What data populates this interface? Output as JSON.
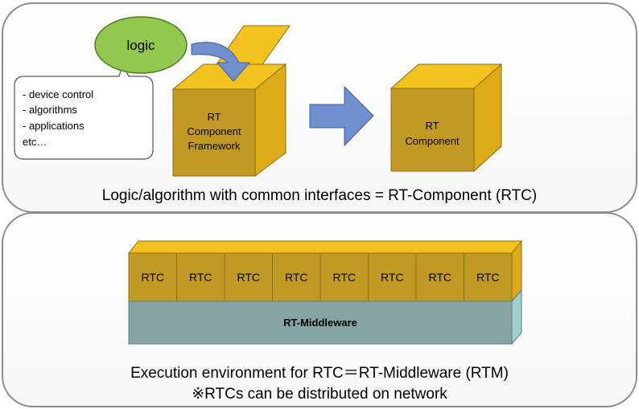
{
  "top_panel": {
    "logic_bubble": "logic",
    "callout_lines": [
      "- device control",
      "- algorithms",
      "- applications",
      "etc…"
    ],
    "framework_box": [
      "RT",
      "Component",
      "Framework"
    ],
    "component_box": [
      "RT",
      "Component"
    ],
    "caption": "Logic/algorithm with common interfaces = RT-Component (RTC)"
  },
  "bottom_panel": {
    "rtc_cells": [
      "RTC",
      "RTC",
      "RTC",
      "RTC",
      "RTC",
      "RTC",
      "RTC",
      "RTC"
    ],
    "middleware_label": "RT-Middleware",
    "caption_line1": "Execution environment for RTC＝RT-Middleware (RTM)",
    "caption_line2": "※RTCs can be distributed on network"
  },
  "colors": {
    "box_front": "#C19A26",
    "box_top": "#F2C21E",
    "box_side": "#DDAA18",
    "arrow": "#6F8FCF",
    "logic_green": "#92C84E",
    "middleware": "#86A4A4",
    "middleware_side": "#9FD0D0",
    "panel_border": "#8C8C8C"
  }
}
